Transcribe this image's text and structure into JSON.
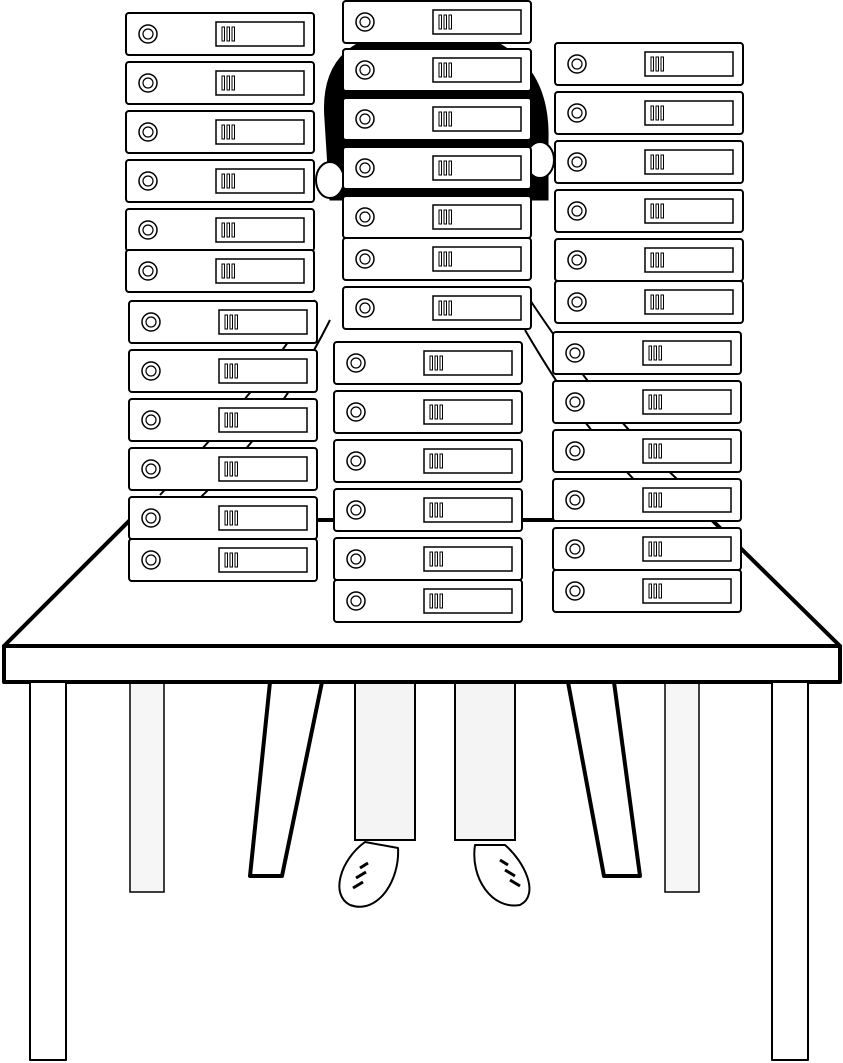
{
  "scene": {
    "subject": "person-hidden-behind-binder-stacks",
    "colors": {
      "ink": "#000000",
      "paper": "#ffffff",
      "pants": "#f4f4f4"
    },
    "stacks": [
      {
        "name": "left-binder-stack",
        "binder_count": 12
      },
      {
        "name": "middle-binder-stack",
        "binder_count": 13
      },
      {
        "name": "right-binder-stack",
        "binder_count": 12
      }
    ],
    "icons": [
      "binder-icon",
      "binder-ring-icon",
      "binder-label-icon",
      "desk-icon",
      "shoe-icon"
    ]
  }
}
